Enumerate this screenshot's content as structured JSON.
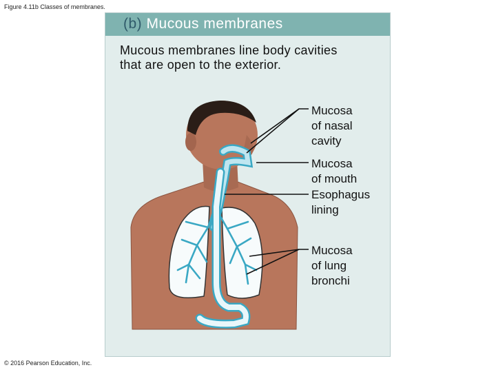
{
  "figure_caption": "Figure 4.11b Classes of membranes.",
  "copyright": "© 2016 Pearson Education, Inc.",
  "panel": {
    "letter": "(b)",
    "title": "Mucous membranes",
    "description": "Mucous membranes line body cavities that are open to the exterior."
  },
  "labels": {
    "nasal": [
      "Mucosa",
      "of nasal",
      "cavity"
    ],
    "mouth": [
      "Mucosa",
      "of mouth"
    ],
    "esophagus": [
      "Esophagus",
      "lining"
    ],
    "lung": [
      "Mucosa",
      "of lung",
      "bronchi"
    ]
  },
  "colors": {
    "header": "#7fb3b0",
    "panel_bg": "#e2edec",
    "skin": "#b8765c",
    "mucosa": "#bfe6f0",
    "mucosa_outline": "#3aa8c4",
    "hair": "#2a1d17"
  }
}
